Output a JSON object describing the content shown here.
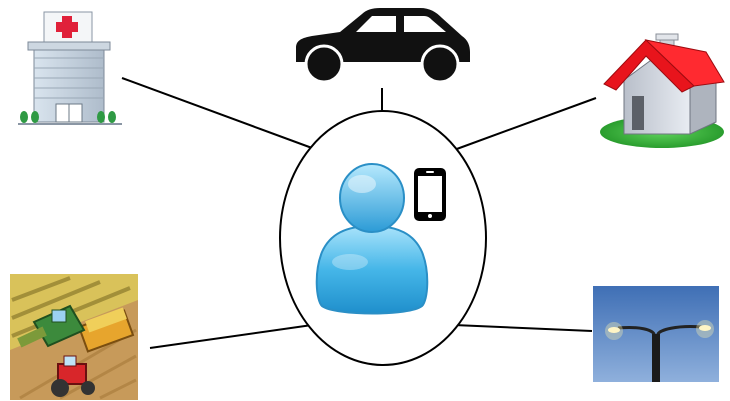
{
  "diagram": {
    "center": {
      "icon": "user-icon",
      "device_icon": "smartphone-icon"
    },
    "nodes": [
      {
        "id": "hospital",
        "icon": "hospital-icon"
      },
      {
        "id": "car",
        "icon": "car-icon"
      },
      {
        "id": "home",
        "icon": "house-icon"
      },
      {
        "id": "farm",
        "icon": "farm-field-icon"
      },
      {
        "id": "streetlight",
        "icon": "street-light-icon"
      }
    ],
    "colors": {
      "user_fill": "#3fb2e6",
      "roof": "#e8141c",
      "grass": "#38b53a",
      "hospital_cross": "#e0213a",
      "car": "#111111",
      "sky": "#5b86c4"
    }
  }
}
